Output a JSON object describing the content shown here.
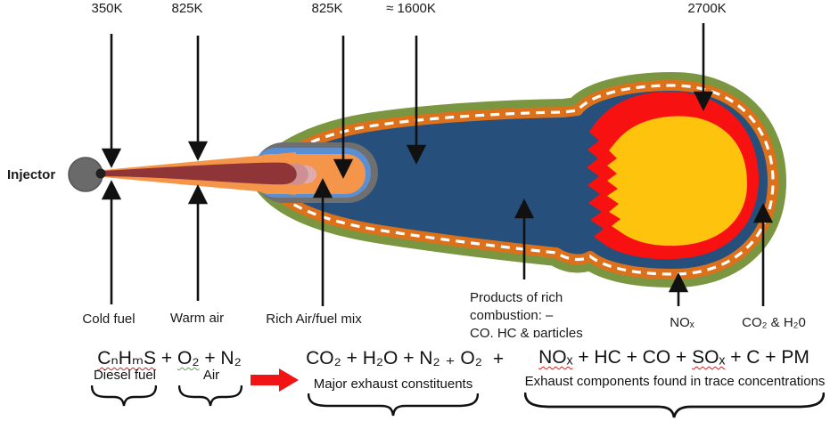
{
  "injector_label": "Injector",
  "temperatures": {
    "t_350": "350K",
    "t_825a": "825K",
    "t_825b": "825K",
    "t_1600": "≈ 1600K",
    "t_2700": "2700K"
  },
  "zone_labels": {
    "cold_fuel": "Cold fuel",
    "warm_air": "Warm air",
    "rich_mix": "Rich Air/fuel mix",
    "products_line1": "Products of rich",
    "products_line2": "combustion: –",
    "products_line3": "CO, HC & particles",
    "nox": "NOₓ",
    "co2_h2o": "CO₂ & H₂0"
  },
  "equation": {
    "reactant_fuel": "CₙHₘS",
    "reactant_plus": "+",
    "reactant_o2": "O₂",
    "reactant_rest": "+ N₂",
    "diesel_label": "Diesel fuel",
    "air_label": "Air",
    "major_products": "CO₂ + H₂O + N₂ ₊ O₂",
    "joining_plus": "+",
    "trace_nox": "NOₓ",
    "trace_mid": "+ HC + CO +",
    "trace_sox": "SOₓ",
    "trace_end": "+ C + PM",
    "major_caption": "Major exhaust constituents",
    "trace_caption": "Exhaust components found in trace concentrations"
  },
  "colors": {
    "navy": "#264F7C",
    "orange_band": "#DD711B",
    "olive": "#7A9640",
    "rich_orange": "#F5954A",
    "blue_ring": "#5B8FD4",
    "grey_ring": "#6F6F6F",
    "fuel_jet": "#8F3538",
    "fuel_pink": "#CE9093",
    "fuel_pink_light": "#DEACAE",
    "core_yellow": "#FEC40D",
    "ring_red": "#F81111",
    "injector_grey": "#6A6A6A",
    "injector_dot": "#1F1F1F",
    "block_arrow_red": "#F01414"
  }
}
